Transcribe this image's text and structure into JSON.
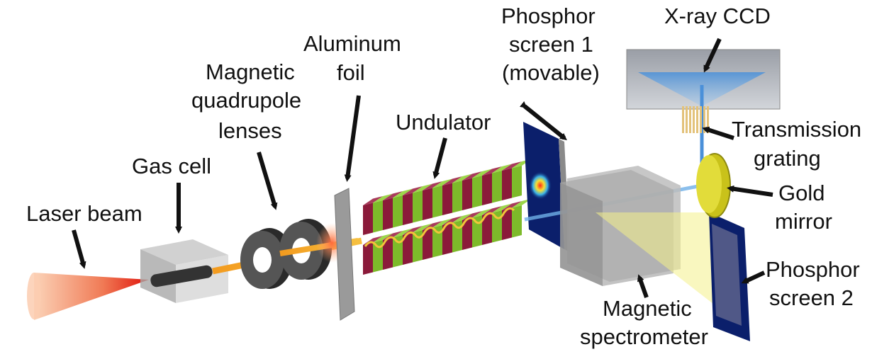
{
  "labels": {
    "laser_beam": "Laser beam",
    "gas_cell": "Gas cell",
    "quadrupole_1": "Magnetic",
    "quadrupole_2": "quadrupole",
    "quadrupole_3": "lenses",
    "aluminum_1": "Aluminum",
    "aluminum_2": "foil",
    "undulator": "Undulator",
    "phosphor1_1": "Phosphor",
    "phosphor1_2": "screen 1",
    "phosphor1_3": "(movable)",
    "xray_ccd": "X-ray CCD",
    "transmission_1": "Transmission",
    "transmission_2": "grating",
    "gold_1": "Gold",
    "gold_2": "mirror",
    "phosphor2_1": "Phosphor",
    "phosphor2_2": "screen 2",
    "spectrometer_1": "Magnetic",
    "spectrometer_2": "spectrometer"
  },
  "colors": {
    "laser": "#e8401c",
    "electron_beam": "#f6a21a",
    "magnet_red": "#8b1a3a",
    "magnet_green": "#7dba2a",
    "xray": "#4a90d9",
    "screen": "#0b1f6b",
    "gold": "#c9c21a",
    "yellow_fan": "#f4f08a"
  }
}
